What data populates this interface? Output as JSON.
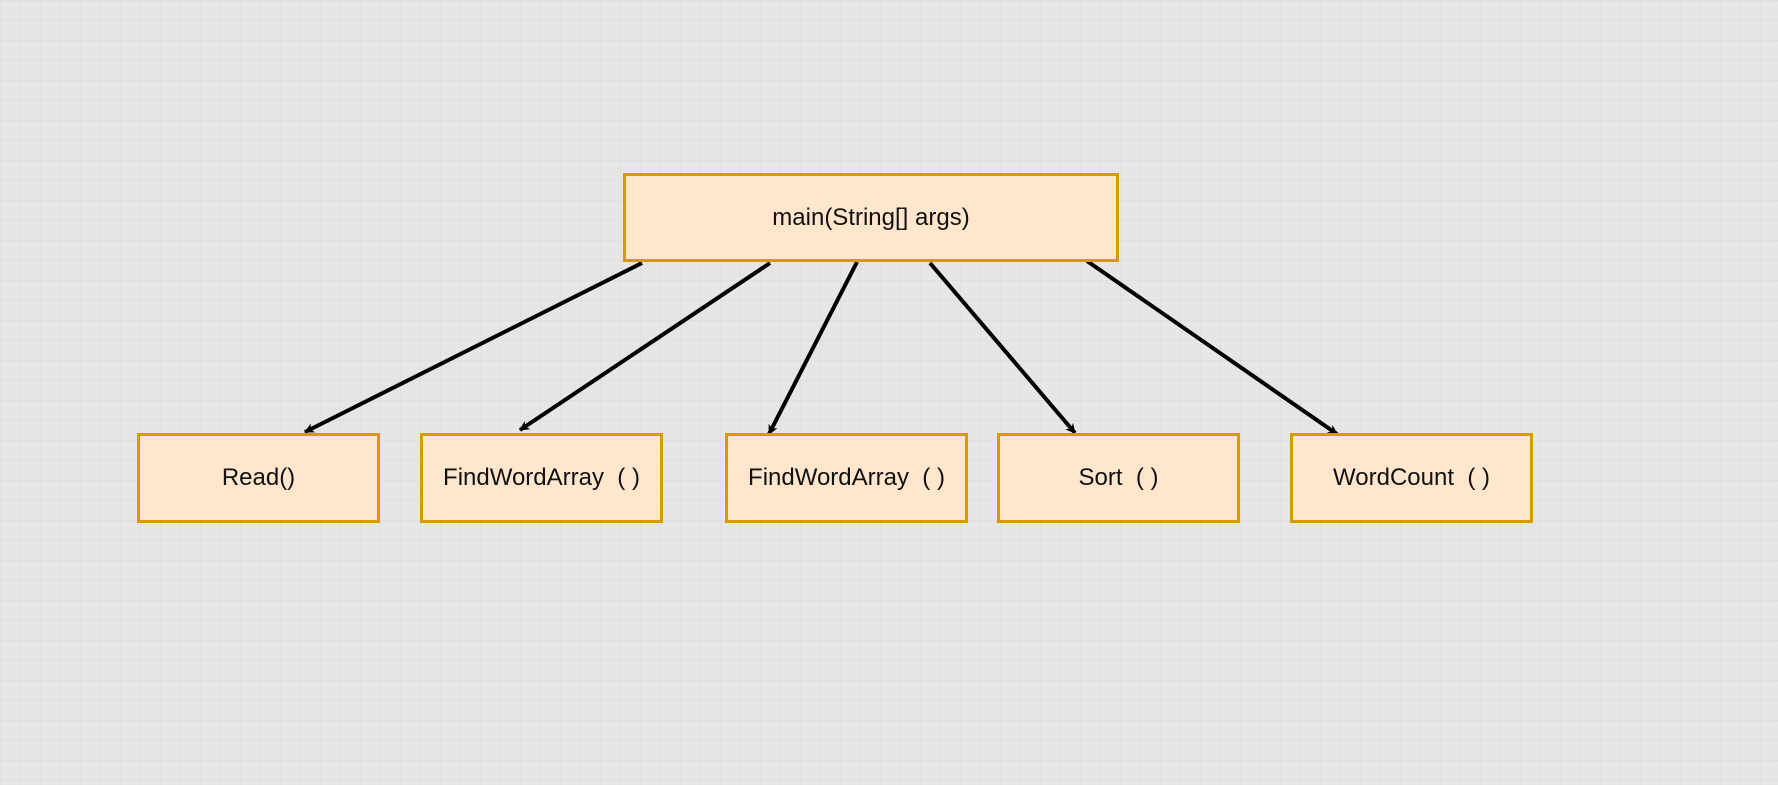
{
  "diagram": {
    "root": {
      "label": "main(String[] args)"
    },
    "children": [
      {
        "label": "Read()"
      },
      {
        "label": "FindWordArray  ( )"
      },
      {
        "label": "FindWordArray  ( )"
      },
      {
        "label": "Sort  ( )"
      },
      {
        "label": "WordCount  ( )"
      }
    ]
  },
  "colors": {
    "background": "#e6e6e6",
    "node_fill": "#ffe6cc",
    "node_border": "#d79b00",
    "edge": "#000000",
    "text": "#111111"
  }
}
